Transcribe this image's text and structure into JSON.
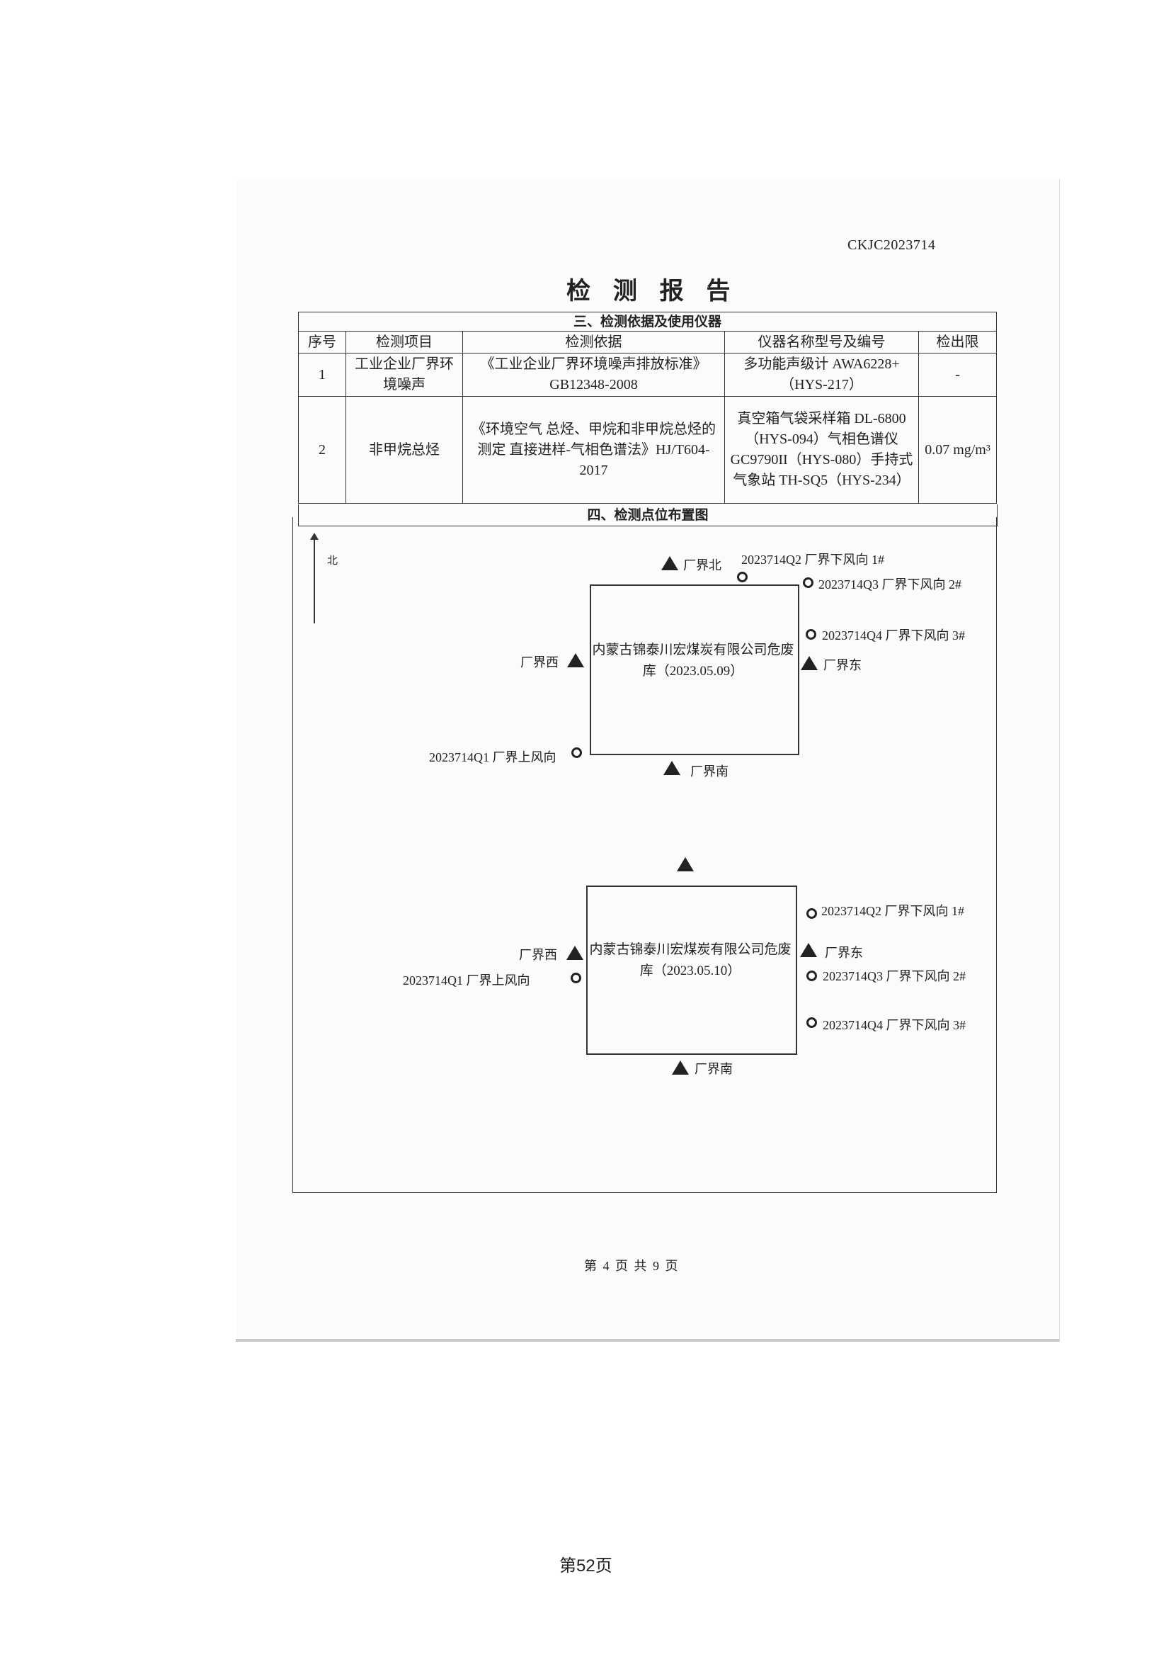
{
  "header": {
    "report_no": "CKJC2023714",
    "title": "检 测 报 告"
  },
  "section3": {
    "title": "三、检测依据及使用仪器",
    "columns": [
      "序号",
      "检测项目",
      "检测依据",
      "仪器名称型号及编号",
      "检出限"
    ],
    "rows": [
      {
        "no": "1",
        "item": "工业企业厂界环境噪声",
        "basis": "《工业企业厂界环境噪声排放标准》GB12348-2008",
        "instrument": "多功能声级计 AWA6228+（HYS-217）",
        "limit": "-"
      },
      {
        "no": "2",
        "item": "非甲烷总烃",
        "basis": "《环境空气 总烃、甲烷和非甲烷总烃的测定 直接进样-气相色谱法》HJ/T604-2017",
        "instrument": "真空箱气袋采样箱 DL-6800（HYS-094）气相色谱仪 GC9790II（HYS-080）手持式气象站 TH-SQ5（HYS-234）",
        "limit": "0.07 mg/m³"
      }
    ]
  },
  "section4": {
    "title": "四、检测点位布置图",
    "north": "北",
    "diagram1": {
      "site": "内蒙古锦泰川宏煤炭有限公司危废库（2023.05.09）",
      "north_point": "厂界北",
      "west_point": "厂界西",
      "east_point": "厂界东",
      "south_point": "厂界南",
      "q1": "2023714Q1 厂界上风向",
      "q2": "2023714Q2 厂界下风向 1#",
      "q3": "2023714Q3 厂界下风向 2#",
      "q4": "2023714Q4 厂界下风向 3#"
    },
    "diagram2": {
      "site": "内蒙古锦泰川宏煤炭有限公司危废库（2023.05.10）",
      "west_point": "厂界西",
      "east_point": "厂界东",
      "south_point": "厂界南",
      "q1": "2023714Q1 厂界上风向",
      "q2": "2023714Q2 厂界下风向 1#",
      "q3": "2023714Q3 厂界下风向 2#",
      "q4": "2023714Q4 厂界下风向 3#"
    }
  },
  "footer": {
    "page_of": "第 4 页 共 9 页",
    "page_number": "第52页"
  }
}
